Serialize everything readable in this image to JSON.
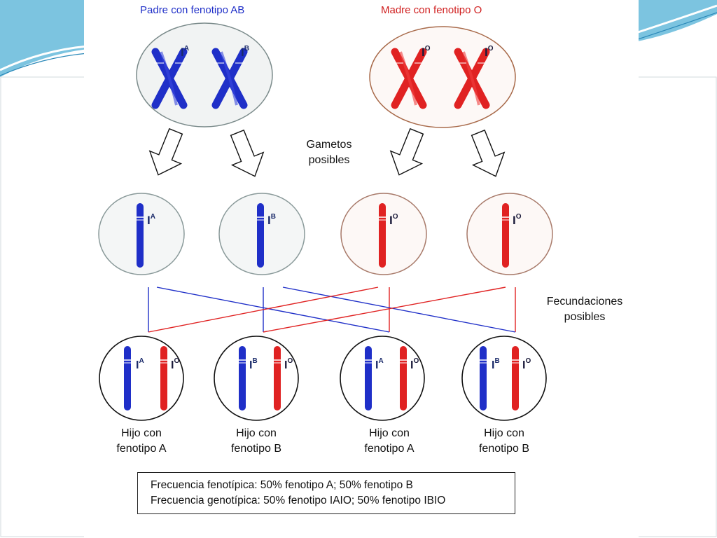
{
  "parents": {
    "father_title": "Padre con fenotipo AB",
    "mother_title": "Madre con fenotipo O",
    "father_alleles": [
      "I",
      "I"
    ],
    "father_sup": [
      "A",
      "B"
    ],
    "mother_alleles": [
      "I",
      "I"
    ],
    "mother_sup": [
      "O",
      "O"
    ]
  },
  "labels": {
    "gametes": "Gametos\nposibles",
    "fertilizations": "Fecundaciones\nposibles"
  },
  "gametes": [
    {
      "allele": "I",
      "sup": "A"
    },
    {
      "allele": "I",
      "sup": "B"
    },
    {
      "allele": "I",
      "sup": "O"
    },
    {
      "allele": "I",
      "sup": "O"
    }
  ],
  "children": [
    {
      "left_sup": "A",
      "right_sup": "O",
      "caption": "Hijo con\nfenotipo A"
    },
    {
      "left_sup": "B",
      "right_sup": "O",
      "caption": "Hijo con\nfenotipo B"
    },
    {
      "left_sup": "A",
      "right_sup": "O",
      "caption": "Hijo con\nfenotipo A"
    },
    {
      "left_sup": "B",
      "right_sup": "O",
      "caption": "Hijo con\nfenotipo B"
    }
  ],
  "frequency": {
    "line1": "Frecuencia fenotípica: 50% fenotipo A; 50% fenotipo B",
    "line2": "Frecuencia genotípica: 50% fenotipo IAIO; 50% fenotipo IBIO"
  },
  "colors": {
    "paternal": "#1f2fc8",
    "maternal": "#e02222",
    "father_cell_border": "#7a8a8a",
    "mother_cell_border": "#a86a4a",
    "slide_accent": "#7cc4e0"
  }
}
